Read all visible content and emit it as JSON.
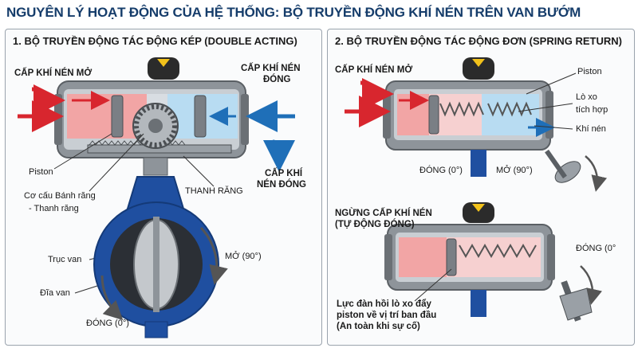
{
  "title": "NGUYÊN LÝ HOẠT ĐỘNG CỦA HỆ THỐNG: BỘ TRUYỀN ĐỘNG KHÍ NÉN TRÊN VAN BƯỚM",
  "left": {
    "heading": "1. BỘ TRUYỀN ĐỘNG TÁC ĐỘNG KÉP (DOUBLE ACTING)",
    "supply_open": "CẤP KHÍ NÉN MỞ",
    "supply_close_1": "CẤP KHÍ NÉN",
    "supply_close_2": "ĐÓNG",
    "supply_close_b_1": "CẤP KHÍ",
    "supply_close_b_2": "NÉN ĐÓNG",
    "piston": "Piston",
    "gear_rack_1": "Cơ cấu Bánh răng",
    "gear_rack_2": "- Thanh răng",
    "rack": "THANH RĂNG",
    "stem": "Trục van",
    "disc": "Đĩa van",
    "open_deg": "MỞ (90°)",
    "close_deg": "ĐÓNG (0°)"
  },
  "right": {
    "heading": "2. BỘ TRUYỀN ĐỘNG TÁC ĐỘNG ĐƠN (SPRING RETURN)",
    "supply_open": "CẤP KHÍ NÉN MỞ",
    "piston": "Piston",
    "spring_1": "Lò xo",
    "spring_2": "tích hợp",
    "air": "Khí nén",
    "close_deg": "ĐÓNG (0°)",
    "open_deg": "MỞ (90°)",
    "stop_1": "NGỪNG CẤP KHÍ NÉN",
    "stop_2": "(TỰ ĐỘNG ĐÓNG)",
    "close_deg_2": "ĐÓNG (0°",
    "return_1": "Lực đàn hồi lò xo đẩy",
    "return_2": "piston về vị trí ban đầu",
    "return_3": "(An toàn khi sự cố)"
  },
  "colors": {
    "title": "#163d6b",
    "air_red": "#d8262e",
    "air_blue": "#1f6fb8",
    "chamber_red": "#f2a5a5",
    "chamber_blue": "#b8dcf2",
    "body_gray": "#8e949a",
    "valve_blue": "#1f4fa0"
  }
}
